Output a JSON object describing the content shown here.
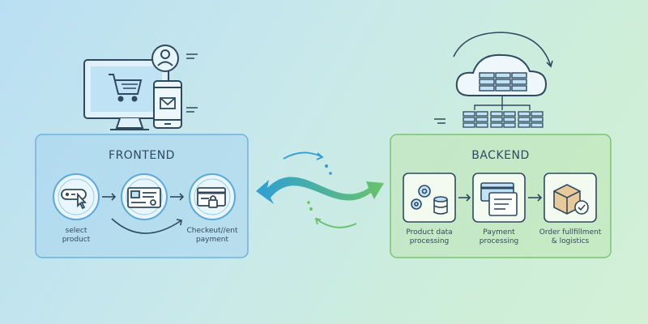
{
  "frontend": {
    "title": "FRONTEND",
    "steps": [
      {
        "label": "select\nproduct",
        "icon": "pointer-click-icon"
      },
      {
        "label": "",
        "icon": "product-card-icon"
      },
      {
        "label": "Checkeut//ent\npayment",
        "icon": "credit-card-lock-icon"
      }
    ]
  },
  "backend": {
    "title": "BACKEND",
    "steps": [
      {
        "label": "Product data\nprocessing",
        "icon": "gears-database-icon"
      },
      {
        "label": "Payment\nprocessing",
        "icon": "payment-document-icon"
      },
      {
        "label": "Order fullfillment\n& logistics",
        "icon": "package-check-icon"
      }
    ]
  },
  "colors": {
    "frontend_fill": "#a9d5f0",
    "frontend_border": "#6fb2de",
    "backend_fill": "#bfe6b8",
    "backend_border": "#7cc474",
    "arrow_blue": "#2f9fd6",
    "arrow_green": "#67c36a",
    "line": "#2f4a60"
  }
}
